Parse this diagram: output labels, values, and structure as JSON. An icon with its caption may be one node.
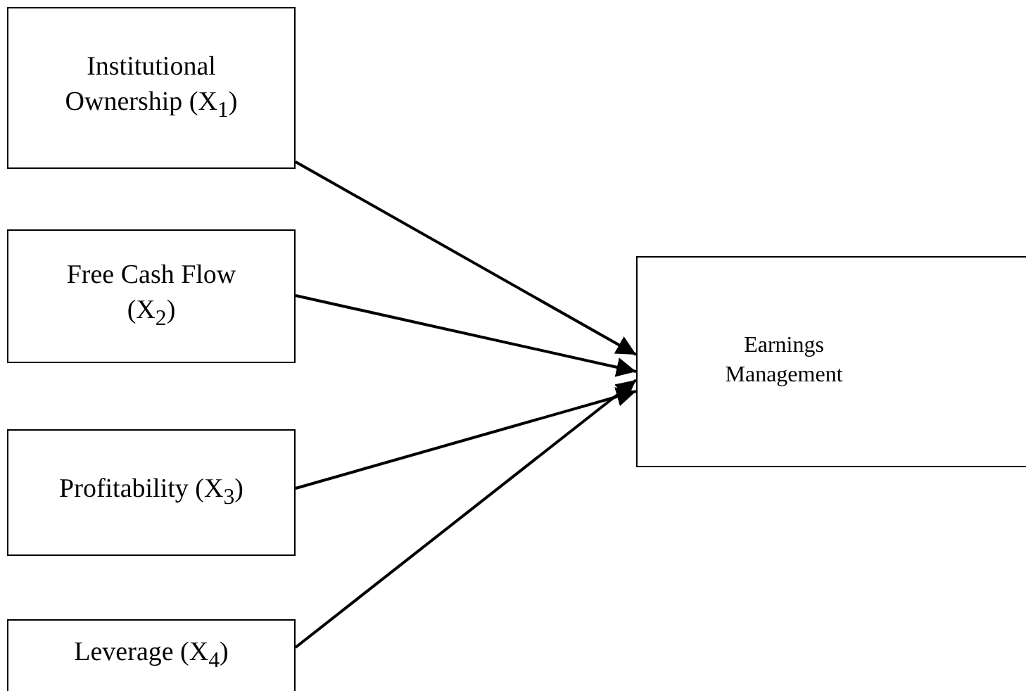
{
  "diagram": {
    "nodes": [
      {
        "text": [
          "Institutional Ownership  (X$_{1}$)"
        ]
      },
      {
        "text": [
          "Free Cash Flow (X$_{2}$)"
        ]
      },
      {
        "text": [
          "Profitability (X$_{3}$)"
        ]
      },
      {
        "text": [
          "Leverage (X$_{4}$)"
        ]
      },
      {
        "text": [
          "Earnings Management"
        ]
      }
    ],
    "edges": [
      {
        "from": 0,
        "to": 4,
        "arrow": "to"
      },
      {
        "from": 1,
        "to": 4,
        "arrow": "to"
      },
      {
        "from": 2,
        "to": 4,
        "arrow": "to"
      },
      {
        "from": 3,
        "to": 4,
        "arrow": "to"
      }
    ]
  }
}
